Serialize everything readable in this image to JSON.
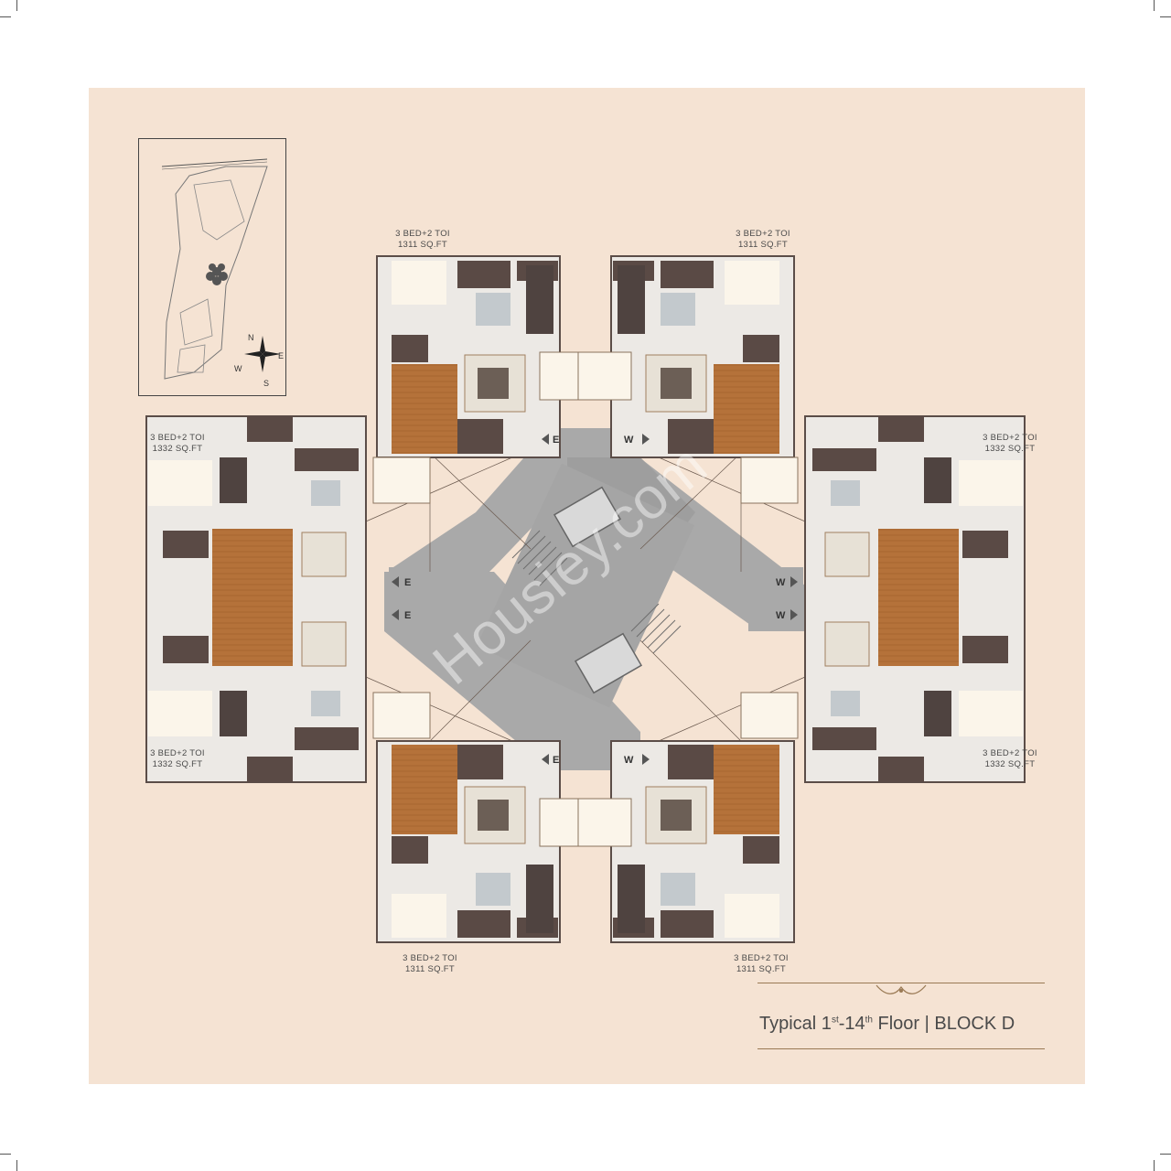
{
  "title": {
    "prefix": "Typical 1",
    "sup1": "st",
    "mid": "-14",
    "sup2": "th",
    "suffix": " Floor | BLOCK D"
  },
  "units": [
    {
      "id": "top-left",
      "type": "3 BED+2 TOI",
      "area": "1311 SQ.FT"
    },
    {
      "id": "top-right",
      "type": "3 BED+2 TOI",
      "area": "1311 SQ.FT"
    },
    {
      "id": "left-upper",
      "type": "3 BED+2 TOI",
      "area": "1332 SQ.FT"
    },
    {
      "id": "right-upper",
      "type": "3 BED+2 TOI",
      "area": "1332 SQ.FT"
    },
    {
      "id": "left-lower",
      "type": "3 BED+2 TOI",
      "area": "1332 SQ.FT"
    },
    {
      "id": "right-lower",
      "type": "3 BED+2 TOI",
      "area": "1332 SQ.FT"
    },
    {
      "id": "bottom-left",
      "type": "3 BED+2 TOI",
      "area": "1311 SQ.FT"
    },
    {
      "id": "bottom-right",
      "type": "3 BED+2 TOI",
      "area": "1311 SQ.FT"
    }
  ],
  "compass": {
    "n": "N",
    "e": "E",
    "s": "S",
    "w": "W"
  },
  "core_letters": {
    "e": "E",
    "w": "W"
  },
  "watermark": "Housiey.com",
  "colors": {
    "sheet": "#f5e3d3",
    "floor": "#e8e6e2",
    "wood": "#b5723a",
    "dark_wall": "#5a4a45",
    "core": "#a9a9a9",
    "accent_gold": "#9a7a55"
  }
}
